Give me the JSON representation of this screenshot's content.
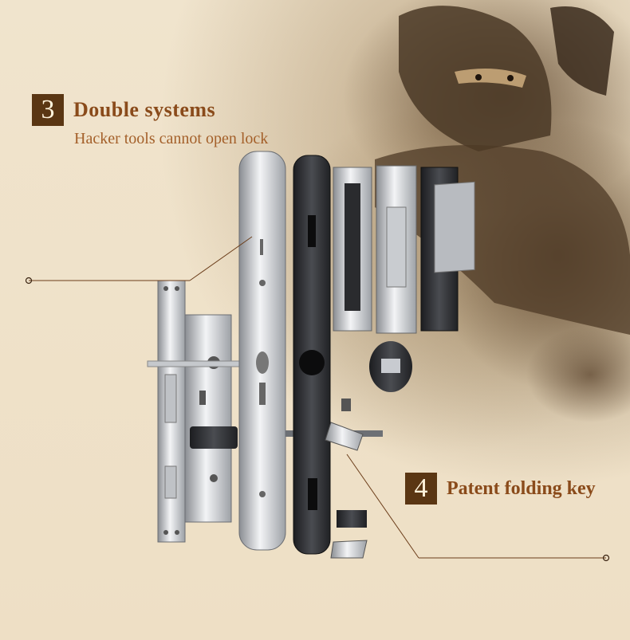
{
  "callouts": [
    {
      "number": "3",
      "title": "Double systems",
      "subtitle": "Hacker tools cannot open lock"
    },
    {
      "number": "4",
      "title": "Patent folding key"
    }
  ],
  "colors": {
    "background": "#efe3cc",
    "accent_box": "#5a3613",
    "title_text": "#8a4b1b",
    "leader_line": "#6b3d1a"
  }
}
